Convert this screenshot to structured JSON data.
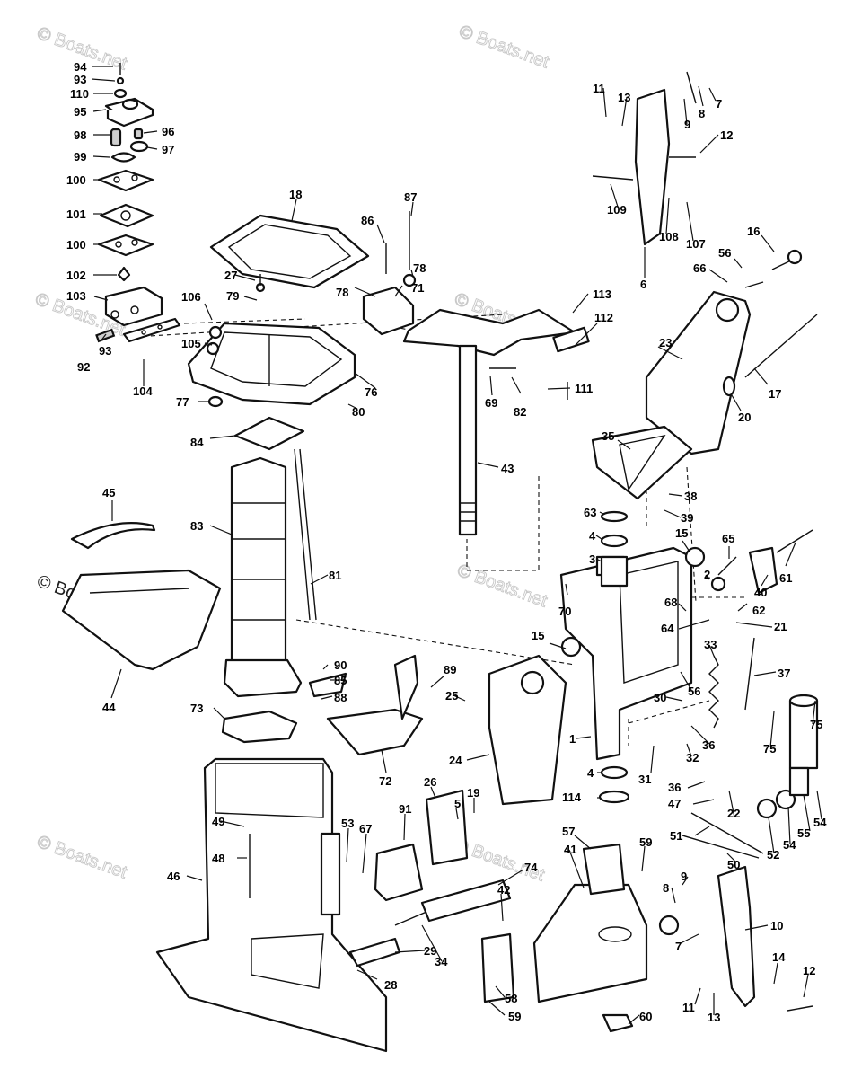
{
  "watermark": {
    "text": "© Boats.net"
  },
  "footer_cut_text": "",
  "callouts": [
    {
      "n": "94"
    },
    {
      "n": "93"
    },
    {
      "n": "110"
    },
    {
      "n": "95"
    },
    {
      "n": "98"
    },
    {
      "n": "96"
    },
    {
      "n": "97"
    },
    {
      "n": "99"
    },
    {
      "n": "100"
    },
    {
      "n": "101"
    },
    {
      "n": "100"
    },
    {
      "n": "102"
    },
    {
      "n": "103"
    },
    {
      "n": "106"
    },
    {
      "n": "105"
    },
    {
      "n": "92"
    },
    {
      "n": "93"
    },
    {
      "n": "104"
    },
    {
      "n": "77"
    },
    {
      "n": "18"
    },
    {
      "n": "86"
    },
    {
      "n": "87"
    },
    {
      "n": "27"
    },
    {
      "n": "79"
    },
    {
      "n": "78"
    },
    {
      "n": "78"
    },
    {
      "n": "71"
    },
    {
      "n": "76"
    },
    {
      "n": "80"
    },
    {
      "n": "84"
    },
    {
      "n": "113"
    },
    {
      "n": "112"
    },
    {
      "n": "69"
    },
    {
      "n": "82"
    },
    {
      "n": "111"
    },
    {
      "n": "43"
    },
    {
      "n": "11"
    },
    {
      "n": "13"
    },
    {
      "n": "9"
    },
    {
      "n": "8"
    },
    {
      "n": "7"
    },
    {
      "n": "12"
    },
    {
      "n": "109"
    },
    {
      "n": "108"
    },
    {
      "n": "107"
    },
    {
      "n": "6"
    },
    {
      "n": "16"
    },
    {
      "n": "56"
    },
    {
      "n": "66"
    },
    {
      "n": "23"
    },
    {
      "n": "17"
    },
    {
      "n": "20"
    },
    {
      "n": "35"
    },
    {
      "n": "38"
    },
    {
      "n": "39"
    },
    {
      "n": "63"
    },
    {
      "n": "4"
    },
    {
      "n": "3"
    },
    {
      "n": "15"
    },
    {
      "n": "65"
    },
    {
      "n": "2"
    },
    {
      "n": "61"
    },
    {
      "n": "40"
    },
    {
      "n": "62"
    },
    {
      "n": "70"
    },
    {
      "n": "68"
    },
    {
      "n": "64"
    },
    {
      "n": "21"
    },
    {
      "n": "15"
    },
    {
      "n": "33"
    },
    {
      "n": "37"
    },
    {
      "n": "56"
    },
    {
      "n": "75"
    },
    {
      "n": "75"
    },
    {
      "n": "30"
    },
    {
      "n": "1"
    },
    {
      "n": "36"
    },
    {
      "n": "32"
    },
    {
      "n": "31"
    },
    {
      "n": "36"
    },
    {
      "n": "47"
    },
    {
      "n": "22"
    },
    {
      "n": "4"
    },
    {
      "n": "114"
    },
    {
      "n": "51"
    },
    {
      "n": "52"
    },
    {
      "n": "50"
    },
    {
      "n": "54"
    },
    {
      "n": "55"
    },
    {
      "n": "54"
    },
    {
      "n": "45"
    },
    {
      "n": "83"
    },
    {
      "n": "81"
    },
    {
      "n": "44"
    },
    {
      "n": "90"
    },
    {
      "n": "85"
    },
    {
      "n": "88"
    },
    {
      "n": "89"
    },
    {
      "n": "25"
    },
    {
      "n": "24"
    },
    {
      "n": "73"
    },
    {
      "n": "72"
    },
    {
      "n": "49"
    },
    {
      "n": "48"
    },
    {
      "n": "46"
    },
    {
      "n": "53"
    },
    {
      "n": "67"
    },
    {
      "n": "91"
    },
    {
      "n": "26"
    },
    {
      "n": "5"
    },
    {
      "n": "19"
    },
    {
      "n": "57"
    },
    {
      "n": "59"
    },
    {
      "n": "41"
    },
    {
      "n": "74"
    },
    {
      "n": "42"
    },
    {
      "n": "34"
    },
    {
      "n": "29"
    },
    {
      "n": "28"
    },
    {
      "n": "58"
    },
    {
      "n": "59"
    },
    {
      "n": "60"
    },
    {
      "n": "9"
    },
    {
      "n": "8"
    },
    {
      "n": "7"
    },
    {
      "n": "10"
    },
    {
      "n": "14"
    },
    {
      "n": "12"
    },
    {
      "n": "11"
    },
    {
      "n": "13"
    }
  ]
}
